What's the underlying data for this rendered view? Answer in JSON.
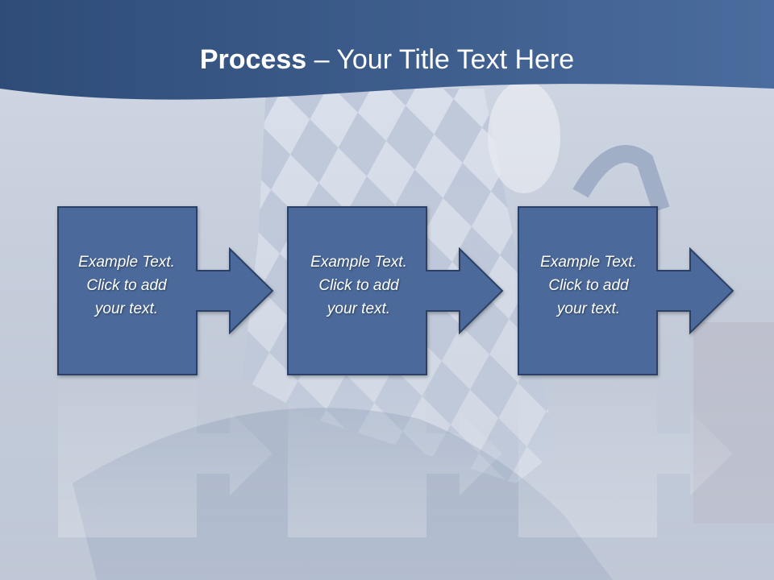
{
  "slide": {
    "title_bold": "Process",
    "title_rest": " – Your Title Text Here"
  },
  "process": {
    "steps": [
      {
        "line1": "Example Text.",
        "line2": "Click  to add",
        "line3": "your text."
      },
      {
        "line1": "Example Text.",
        "line2": "Click  to add",
        "line3": "your text."
      },
      {
        "line1": "Example Text.",
        "line2": "Click  to add",
        "line3": "your text."
      }
    ]
  },
  "colors": {
    "header": "#34527f",
    "box_fill": "#4c6b9b",
    "box_stroke": "#2c4166",
    "text": "#ffffff"
  }
}
